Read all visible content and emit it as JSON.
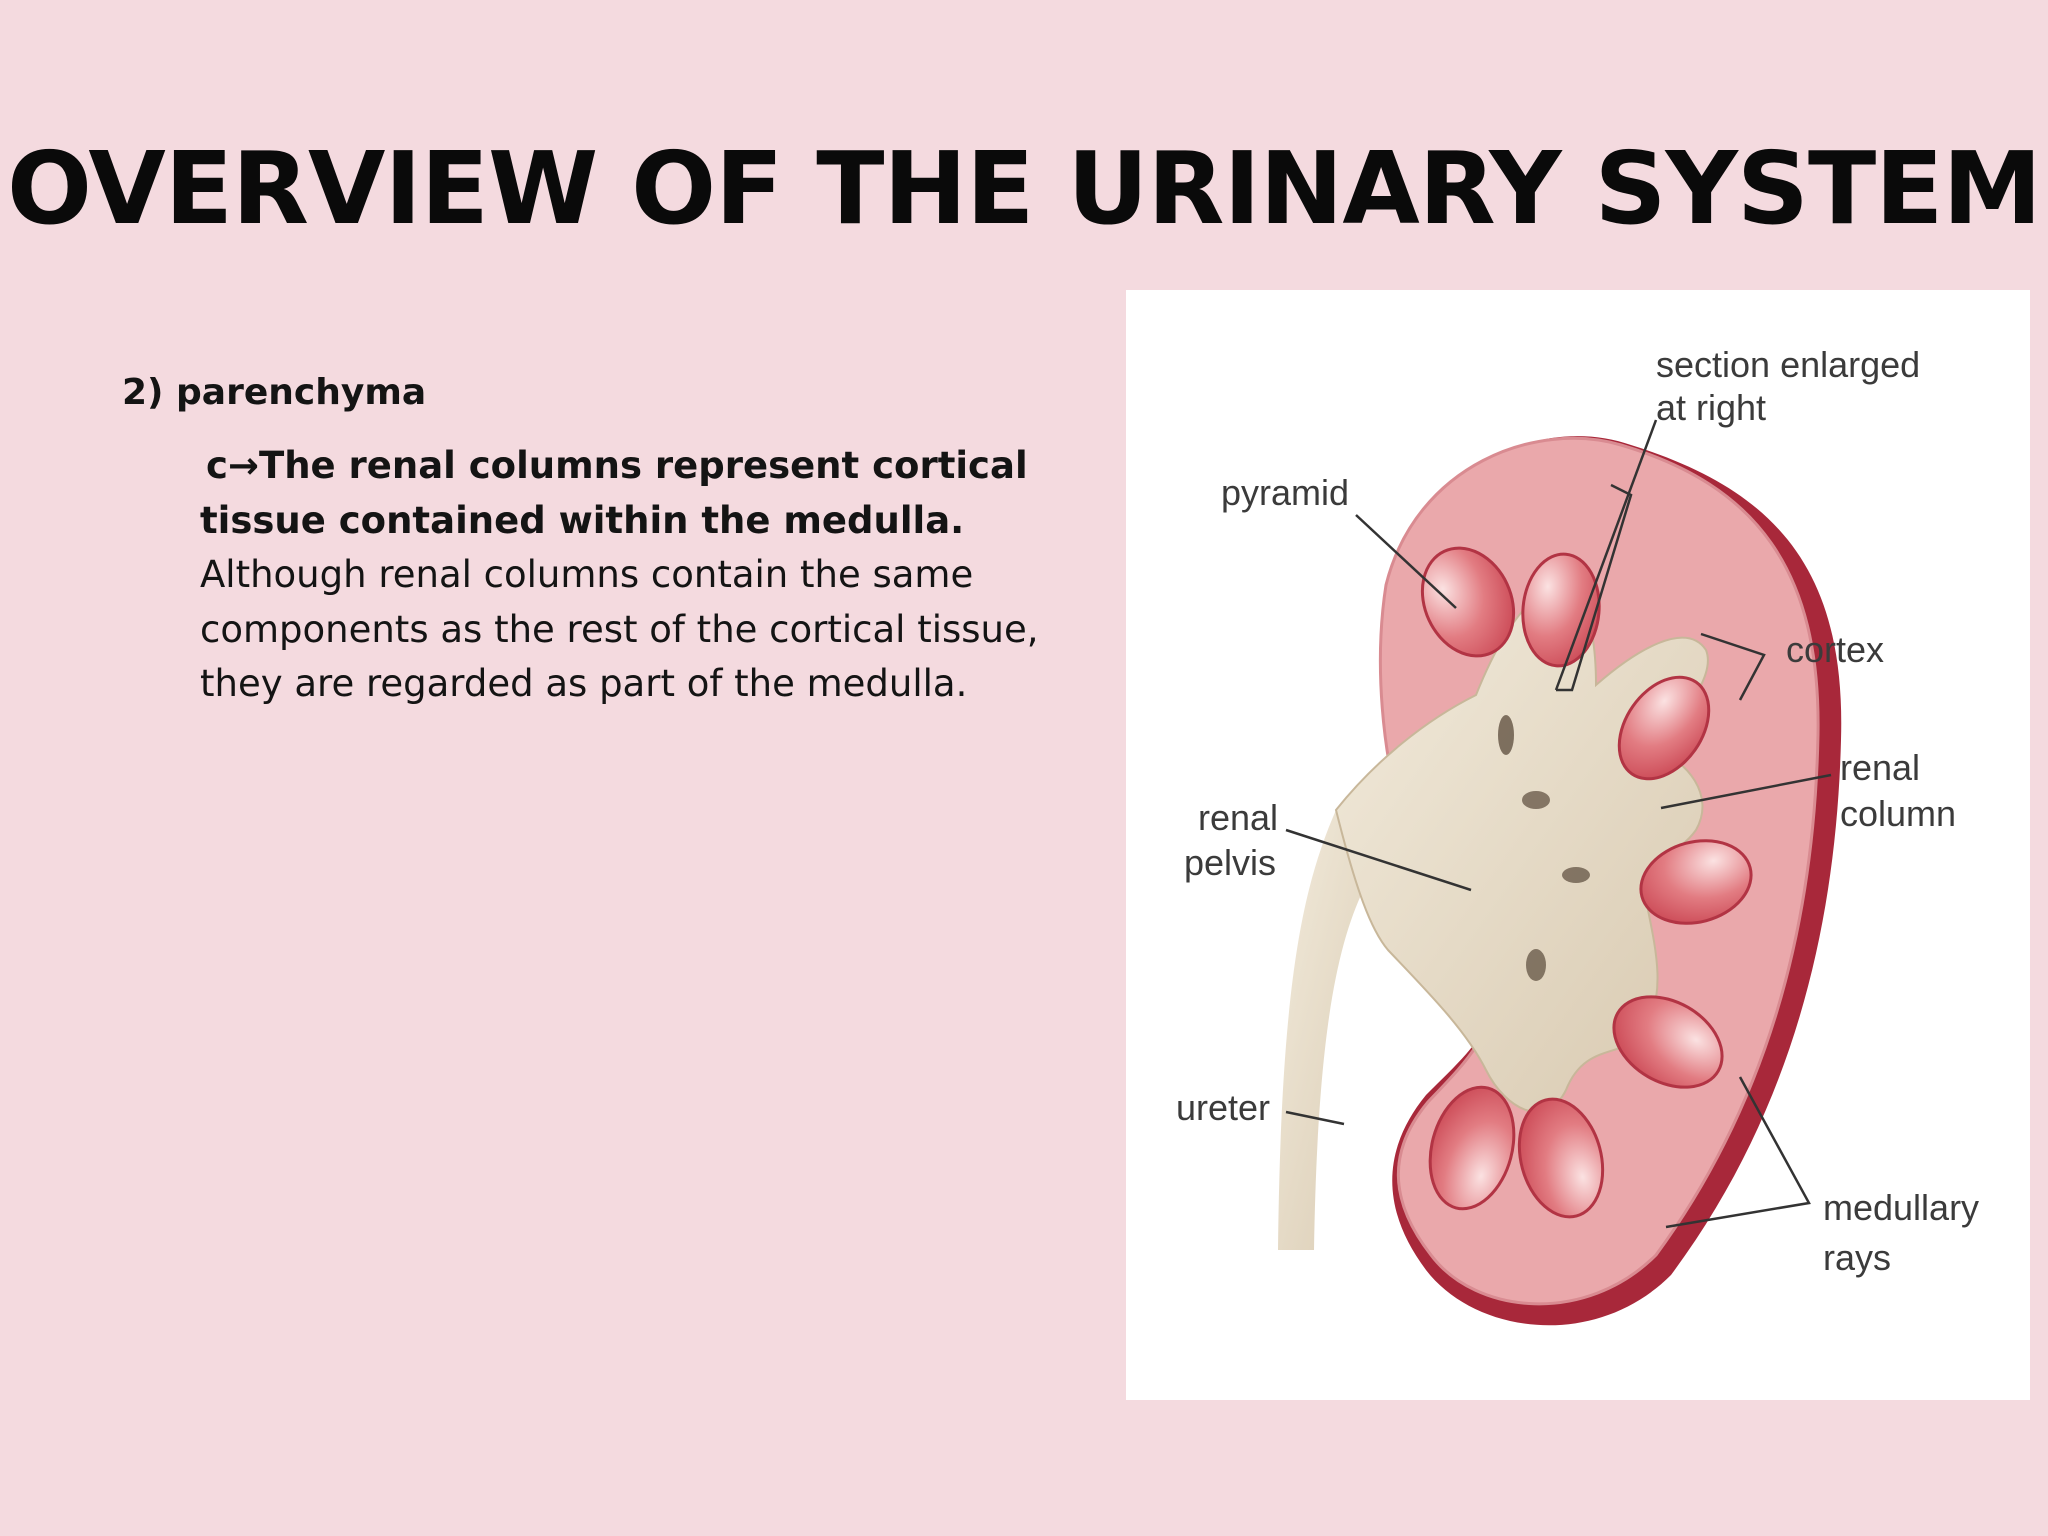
{
  "slide": {
    "title": "OVERVIEW OF THE URINARY SYSTEM",
    "section_heading": "2) parenchyma",
    "point": {
      "marker": "c",
      "arrow": "→",
      "bold_text": "The renal columns represent cortical tissue contained within the medulla.",
      "normal_text": " Although renal columns contain the same components as the rest of the cortical tissue, they are regarded as part of the medulla."
    }
  },
  "diagram": {
    "labels": {
      "section_line1": "section enlarged",
      "section_line2": "at right",
      "pyramid": "pyramid",
      "cortex": "cortex",
      "renal_column_line1": "renal",
      "renal_column_line2": "column",
      "renal_pelvis_line1": "renal",
      "renal_pelvis_line2": "pelvis",
      "ureter": "ureter",
      "medullary_line1": "medullary",
      "medullary_line2": "rays"
    },
    "colors": {
      "capsule": "#a8283a",
      "cortex": "#eaa8ab",
      "pyramid": "#d9545e",
      "pelvis": "#e8dcc8"
    }
  }
}
